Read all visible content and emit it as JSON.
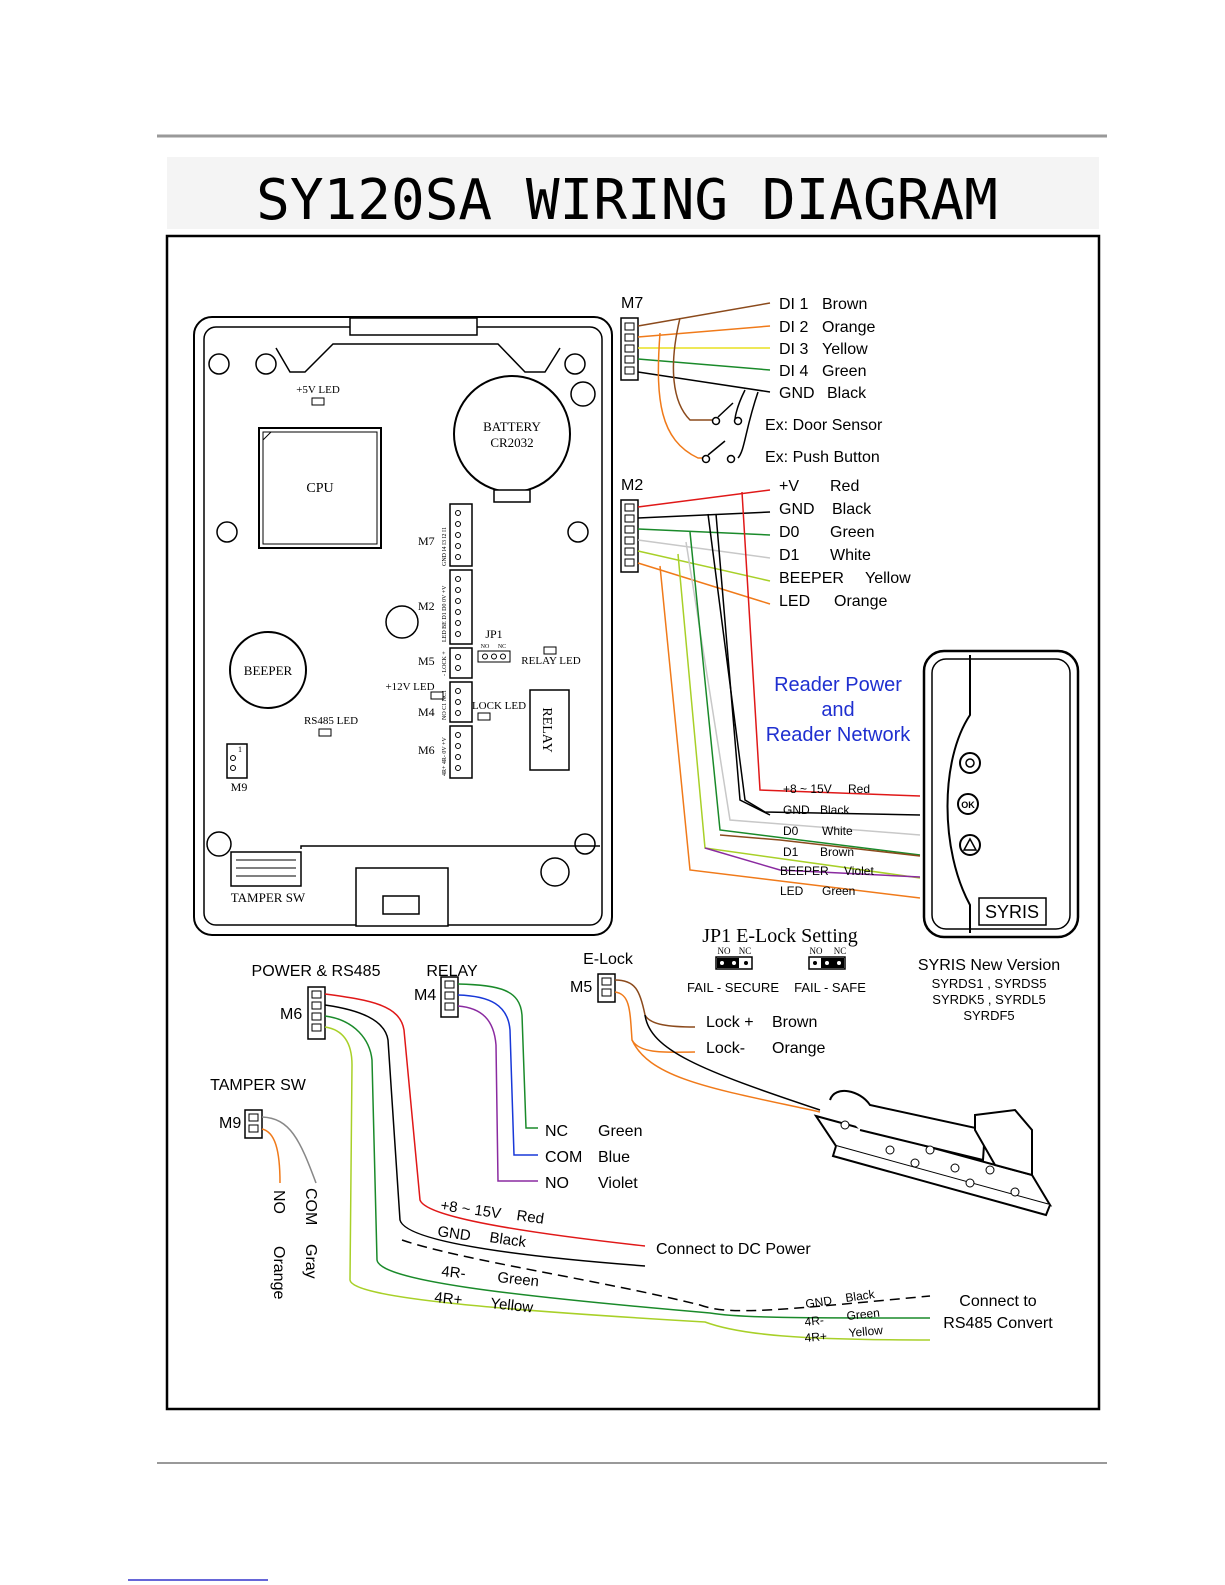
{
  "title": "SY120SA WIRING DIAGRAM",
  "board": {
    "led_5v": "+5V LED",
    "battery": "BATTERY",
    "battery_model": "CR2032",
    "cpu": "CPU",
    "beeper": "BEEPER",
    "rs485_led": "RS485 LED",
    "led_12v": "+12V LED",
    "lock_led": "LOCK LED",
    "relay_led": "RELAY LED",
    "relay": "RELAY",
    "jp1": "JP1",
    "jp1_no": "NO",
    "jp1_nc": "NC",
    "tamper_sw": "TAMPER SW",
    "m7": "M7",
    "m2": "M2",
    "m5": "M5",
    "m4": "M4",
    "m6": "M6",
    "m9": "M9",
    "m7_pins": "GND I4 I3 I2 I1",
    "m2_pins": "LED BE D1 D0 0V +V",
    "m5_pins": "- LOCK +",
    "m4_pins": "NO C1 NC1",
    "m6_pins": "4R+ 4R- 0V +V",
    "pin1": "1"
  },
  "m7_block": {
    "label": "M7",
    "wires": [
      {
        "signal": "DI 1",
        "color": "Brown"
      },
      {
        "signal": "DI 2",
        "color": "Orange"
      },
      {
        "signal": "DI 3",
        "color": "Yellow"
      },
      {
        "signal": "DI 4",
        "color": "Green"
      },
      {
        "signal": "GND",
        "color": "Black"
      }
    ],
    "door_sensor": "Ex: Door Sensor",
    "push_button": "Ex: Push Button"
  },
  "m2_block": {
    "label": "M2",
    "wires": [
      {
        "signal": "+V",
        "color": "Red"
      },
      {
        "signal": "GND",
        "color": "Black"
      },
      {
        "signal": "D0",
        "color": "Green"
      },
      {
        "signal": "D1",
        "color": "White"
      },
      {
        "signal": "BEEPER",
        "color": "Yellow"
      },
      {
        "signal": "LED",
        "color": "Orange"
      }
    ]
  },
  "reader_note": [
    "Reader Power",
    "and",
    "Reader Network"
  ],
  "reader_wires": [
    {
      "signal": "+8 ~ 15V",
      "color": "Red"
    },
    {
      "signal": "GND",
      "color": "Black"
    },
    {
      "signal": "D0",
      "color": "White"
    },
    {
      "signal": "D1",
      "color": "Brown"
    },
    {
      "signal": "BEEPER",
      "color": "Violet"
    },
    {
      "signal": "LED",
      "color": "Green"
    }
  ],
  "reader": {
    "brand": "SYRIS",
    "caption": "SYRIS New Version",
    "models": [
      "SYRDS1 , SYRDS5",
      "SYRDK5 , SYRDL5",
      "SYRDF5"
    ]
  },
  "jp1_setting": {
    "title": "JP1 E-Lock Setting",
    "no": "NO",
    "nc": "NC",
    "fail_secure": "FAIL - SECURE",
    "fail_safe": "FAIL - SAFE"
  },
  "m6_block": {
    "header": "POWER & RS485",
    "label": "M6",
    "power_wires": [
      {
        "signal": "+8 ~ 15V",
        "color": "Red"
      },
      {
        "signal": "GND",
        "color": "Black"
      }
    ],
    "rs485_wires": [
      {
        "signal": "4R-",
        "color": "Green"
      },
      {
        "signal": "4R+",
        "color": "Yellow"
      }
    ],
    "dc_power": "Connect to DC Power",
    "rs485_target_1": "Connect to",
    "rs485_target_2": "RS485 Convert",
    "far_wires": [
      {
        "signal": "GND",
        "color": "Black"
      },
      {
        "signal": "4R-",
        "color": "Green"
      },
      {
        "signal": "4R+",
        "color": "Yellow"
      }
    ]
  },
  "m4_block": {
    "header": "RELAY",
    "label": "M4",
    "wires": [
      {
        "signal": "NC",
        "color": "Green"
      },
      {
        "signal": "COM",
        "color": "Blue"
      },
      {
        "signal": "NO",
        "color": "Violet"
      }
    ]
  },
  "m5_block": {
    "header": "E-Lock",
    "label": "M5",
    "wires": [
      {
        "signal": "Lock +",
        "color": "Brown"
      },
      {
        "signal": "Lock-",
        "color": "Orange"
      }
    ]
  },
  "m9_block": {
    "header": "TAMPER SW",
    "label": "M9",
    "wires": [
      {
        "signal": "NO",
        "color": "Orange"
      },
      {
        "signal": "COM",
        "color": "Gray"
      }
    ]
  },
  "colors": {
    "brown": "#8b4a1c",
    "orange": "#f07a1a",
    "yellow": "#e8e020",
    "green": "#1a8a2a",
    "black": "#000000",
    "red": "#e01818",
    "white": "#c8c8c8",
    "violet": "#8a2aa0",
    "blue": "#1838d8",
    "lime": "#a8d028",
    "gray": "#888888",
    "note_blue": "#1f2fd0"
  }
}
